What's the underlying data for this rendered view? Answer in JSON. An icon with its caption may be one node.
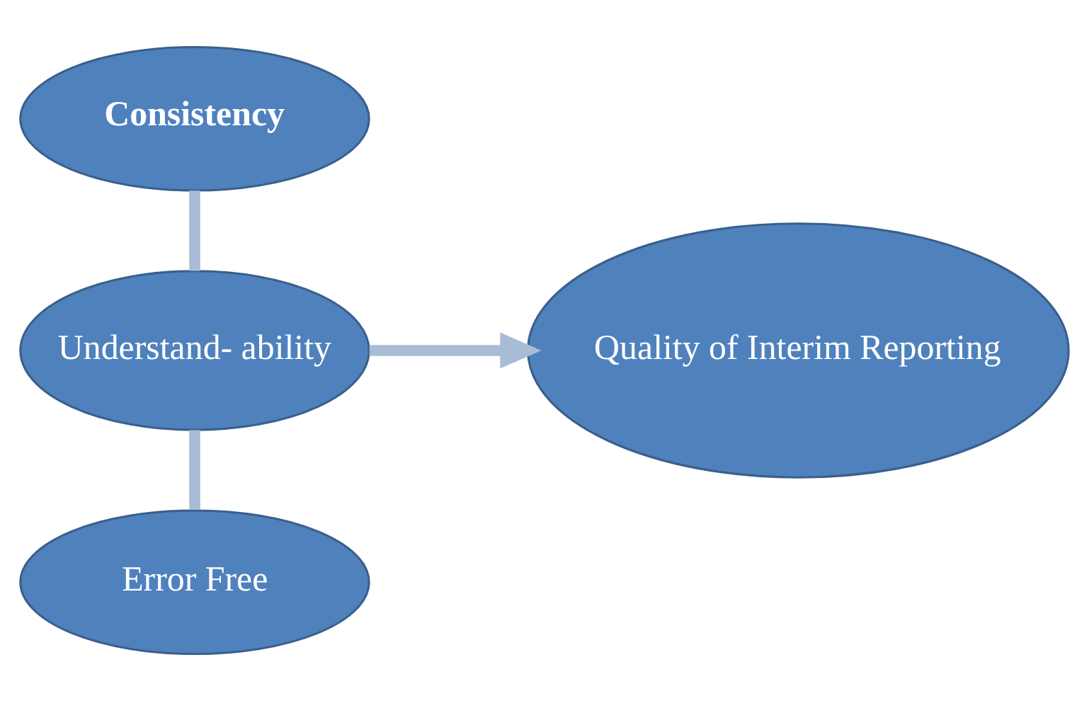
{
  "diagram": {
    "nodes": [
      {
        "text": [
          "Consistency"
        ]
      },
      {
        "text": [
          "Understand- ability"
        ]
      },
      {
        "text": [
          "Error Free"
        ]
      },
      {
        "text": [
          "Quality of Interim Reporting"
        ]
      }
    ],
    "edges": [
      {
        "from": 0,
        "to": 1,
        "arrow": "none"
      },
      {
        "from": 1,
        "to": 2,
        "arrow": "none"
      },
      {
        "from": 1,
        "to": 3,
        "arrow": "to"
      }
    ]
  }
}
